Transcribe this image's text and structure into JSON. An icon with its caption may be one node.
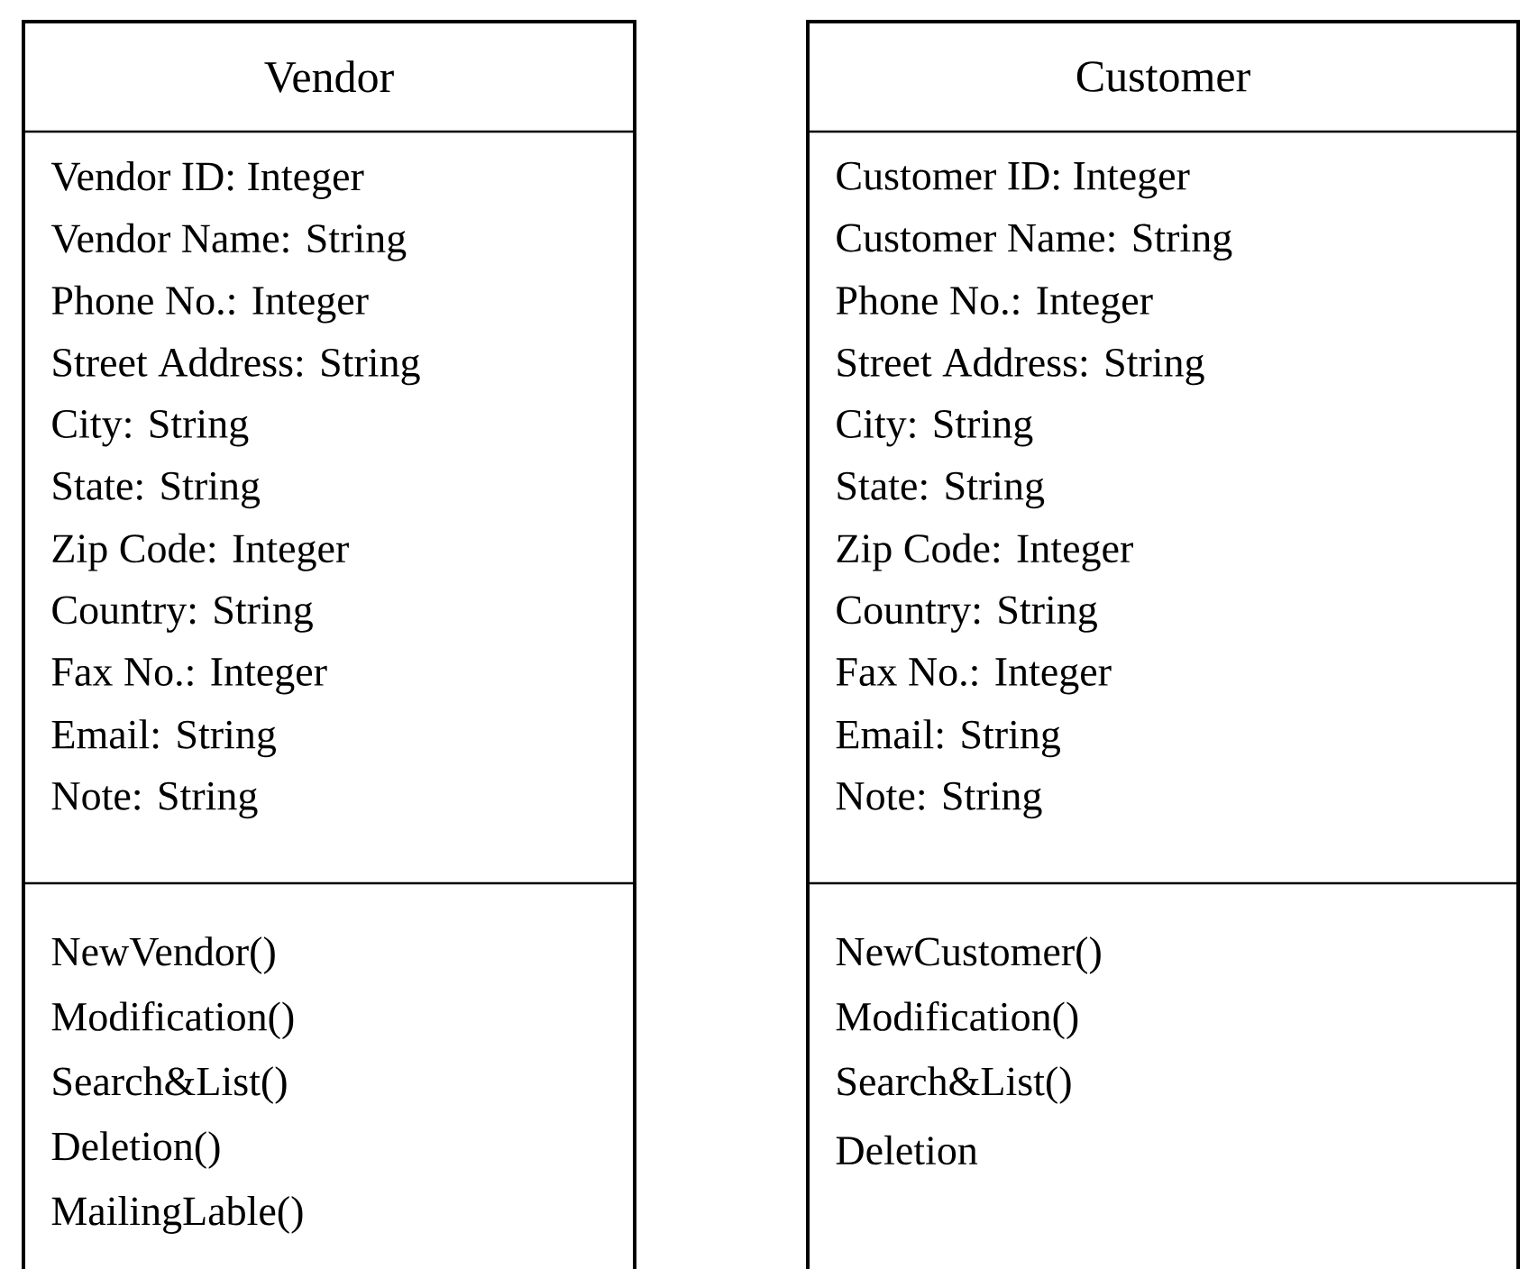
{
  "diagram": {
    "nodes": [
      {
        "text": [
          "Vendor"
        ]
      },
      {
        "text": [
          "Vendor ID: Integer",
          "Vendor Name: String",
          "Phone No.: Integer",
          "Street Address: String",
          "City: String",
          "State: String",
          "Zip Code: Integer",
          "Country: String",
          "Fax No.: Integer",
          "Email: String",
          "Note: String"
        ],
        "in": 0
      },
      {
        "text": [
          "NewVendor()",
          "Modification()",
          "Search&List()",
          "Deletion()",
          "MailingLable()"
        ],
        "in": 0
      },
      {
        "text": [
          "Customer"
        ]
      },
      {
        "text": [
          "Customer ID: Integer",
          "Customer Name: String",
          "Phone No.: Integer",
          "Street Address: String",
          "City: String",
          "State: String",
          "Zip Code: Integer",
          "Country: String",
          "Fax No.: Integer",
          "Email: String",
          "Note: String"
        ],
        "in": 3
      },
      {
        "text": [
          "NewCustomer()",
          "Modification()",
          "Search&List()",
          "Deletion"
        ],
        "in": 3
      }
    ]
  }
}
